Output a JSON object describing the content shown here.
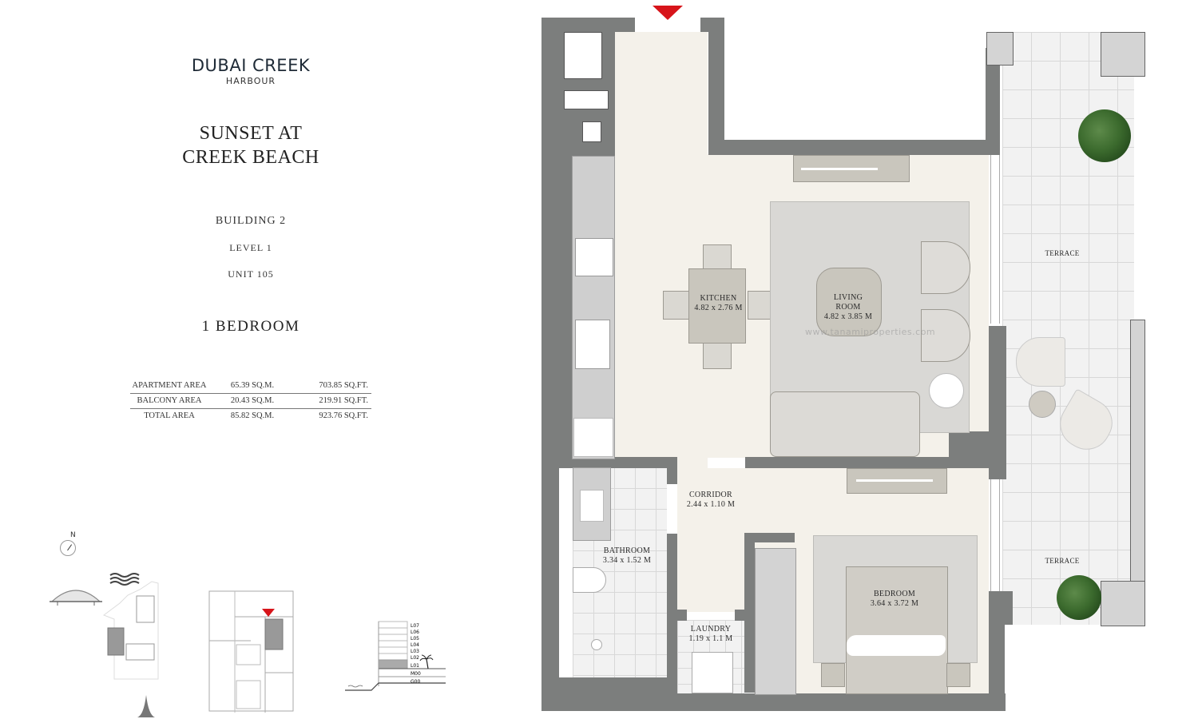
{
  "brand": {
    "name": "DUBAI CREEK",
    "sub": "HARBOUR"
  },
  "project": {
    "line1": "SUNSET AT",
    "line2": "CREEK BEACH"
  },
  "unit_info": {
    "building": "BUILDING 2",
    "level": "LEVEL 1",
    "unit": "UNIT 105",
    "type": "1 BEDROOM"
  },
  "area_table": {
    "rows": [
      {
        "label": "APARTMENT AREA",
        "sqm": "65.39 SQ.M.",
        "sqft": "703.85 SQ.FT."
      },
      {
        "label": "BALCONY AREA",
        "sqm": "20.43 SQ.M.",
        "sqft": "219.91 SQ.FT."
      },
      {
        "label": "TOTAL AREA",
        "sqm": "85.82 SQ.M.",
        "sqft": "923.76 SQ.FT."
      }
    ]
  },
  "keyplan": {
    "compass_label": "N",
    "levels": [
      "L07",
      "L06",
      "L05",
      "L04",
      "L03",
      "L02",
      "L01",
      "M00",
      "G00"
    ],
    "highlighted_level": "L01"
  },
  "rooms": {
    "kitchen": {
      "name": "KITCHEN",
      "dims": "4.82 x 2.76 M"
    },
    "living": {
      "name1": "LIVING",
      "name2": "ROOM",
      "dims": "4.82 x 3.85 M"
    },
    "corridor": {
      "name": "CORRIDOR",
      "dims": "2.44 x 1.10 M"
    },
    "bathroom": {
      "name": "BATHROOM",
      "dims": "3.34 x 1.52 M"
    },
    "laundry": {
      "name": "LAUNDRY",
      "dims": "1.19 x 1.1 M"
    },
    "bedroom": {
      "name": "BEDROOM",
      "dims": "3.64 x 3.72 M"
    },
    "terrace_top": {
      "name": "TERRACE"
    },
    "terrace_bottom": {
      "name": "TERRACE"
    }
  },
  "watermark": "www.tanamiproperties.com",
  "colors": {
    "wall": "#7c7e7d",
    "floor": "#f4f1ea",
    "entrance_marker": "#d7141a",
    "plant": "#3c6b2e"
  }
}
